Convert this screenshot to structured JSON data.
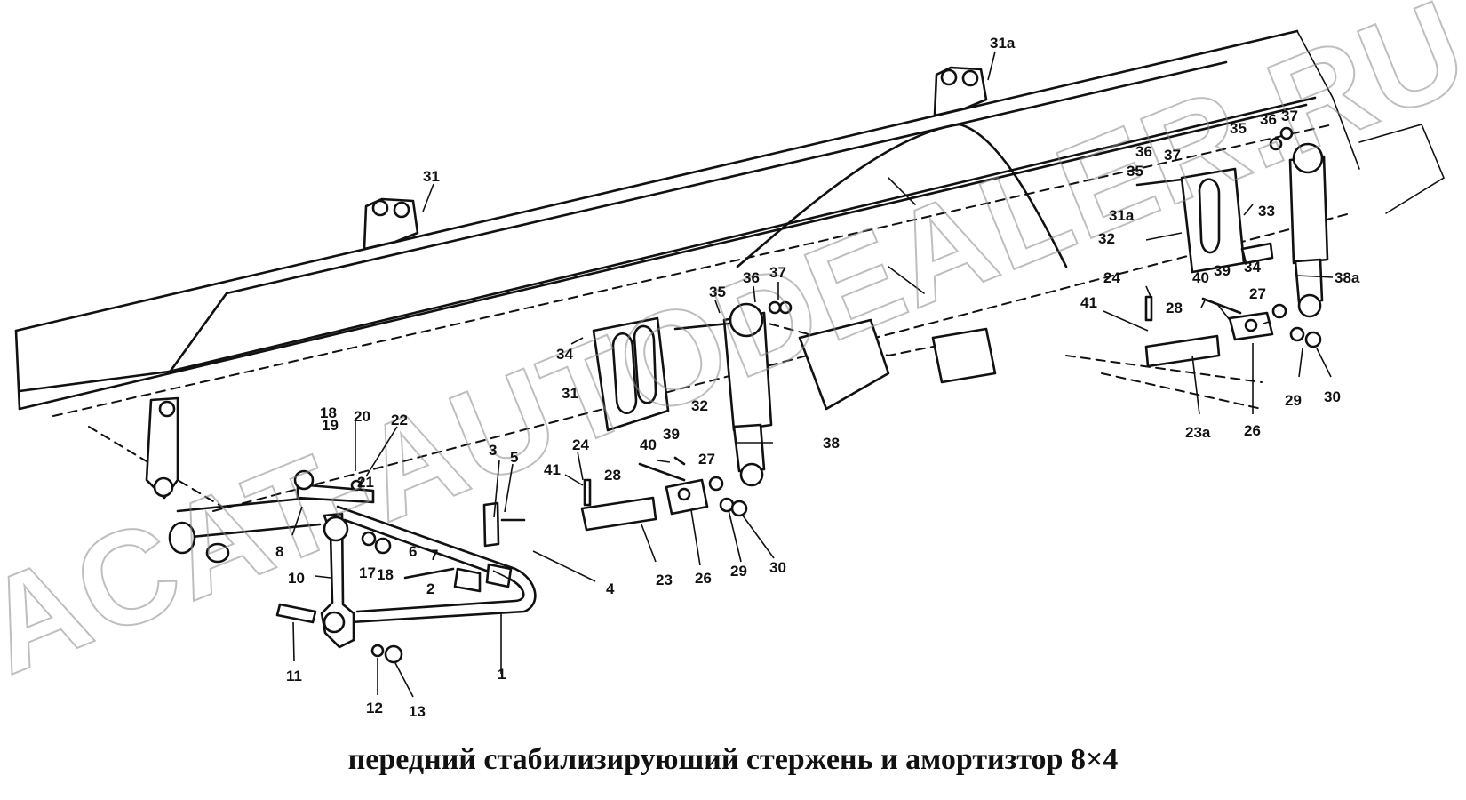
{
  "caption": "передний стабилизируюший стержень и амортизтор 8×4",
  "watermark": "ACAT-AUTODEALER.RU",
  "callouts": [
    "31a",
    "31",
    "35",
    "36",
    "37",
    "36",
    "37",
    "35",
    "31a",
    "32",
    "33",
    "34",
    "38a",
    "24",
    "40",
    "39",
    "28",
    "27",
    "41",
    "29",
    "30",
    "23a",
    "26",
    "35",
    "36",
    "37",
    "34",
    "31",
    "32",
    "38",
    "24",
    "40",
    "39",
    "28",
    "27",
    "41",
    "23",
    "26",
    "29",
    "30",
    "19",
    "20",
    "22",
    "21",
    "3",
    "5",
    "8",
    "18",
    "10",
    "17",
    "18",
    "6",
    "7",
    "2",
    "4",
    "1",
    "11",
    "12",
    "13"
  ]
}
